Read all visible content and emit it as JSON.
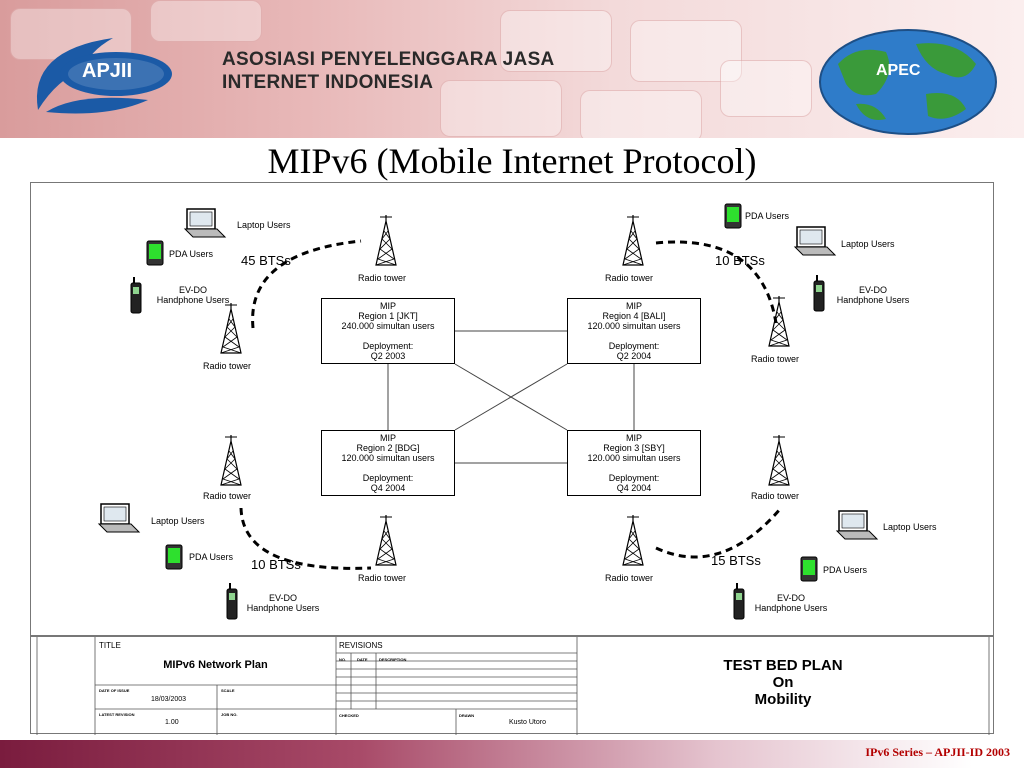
{
  "header": {
    "apjii_logo_text": "APJII",
    "org_name": "ASOSIASI PENYELENGGARA JASA\nINTERNET INDONESIA",
    "apec_logo_text": "APEC"
  },
  "title": "MIPv6 (Mobile Internet Protocol)",
  "diagram": {
    "regions": [
      {
        "id": "jkt",
        "lines": [
          "MIP",
          "Region 1 [JKT]",
          "240.000 simultan users",
          "",
          "Deployment:",
          "Q2 2003"
        ]
      },
      {
        "id": "bali",
        "lines": [
          "MIP",
          "Region 4 [BALI]",
          "120.000 simultan users",
          "",
          "Deployment:",
          "Q2 2004"
        ]
      },
      {
        "id": "bdg",
        "lines": [
          "MIP",
          "Region 2 [BDG]",
          "120.000 simultan users",
          "",
          "Deployment:",
          "Q4 2004"
        ]
      },
      {
        "id": "sby",
        "lines": [
          "MIP",
          "Region 3 [SBY]",
          "120.000 simultan users",
          "",
          "Deployment:",
          "Q4 2004"
        ]
      }
    ],
    "bts": [
      "45 BTSs",
      "10 BTSs",
      "10 BTSs",
      "15 BTSs"
    ],
    "labels": {
      "radio_tower": "Radio tower",
      "laptop_users": "Laptop Users",
      "pda_users": "PDA Users",
      "evdo_line1": "EV-DO",
      "evdo_line2": "Handphone Users"
    }
  },
  "title_block": {
    "title_label": "TITLE",
    "plan_name": "MIPv6 Network Plan",
    "date_label": "DATE OF ISSUE",
    "date_value": "18/03/2003",
    "scale_label": "SCALE",
    "revision_label": "LATEST REVISION",
    "revision_value": "1.00",
    "job_label": "JOB NO.",
    "revisions_label": "REVISIONS",
    "rev_col_no": "NO.",
    "rev_col_date": "DATE",
    "rev_col_desc": "DESCRIPTION",
    "checked_label": "CHECKED",
    "drawn_label": "DRAWN",
    "drawn_value": "Kusto Utoro",
    "plan_title": [
      "TEST BED PLAN",
      "On",
      "Mobility"
    ]
  },
  "footer": "IPv6 Series – APJII-ID 2003"
}
